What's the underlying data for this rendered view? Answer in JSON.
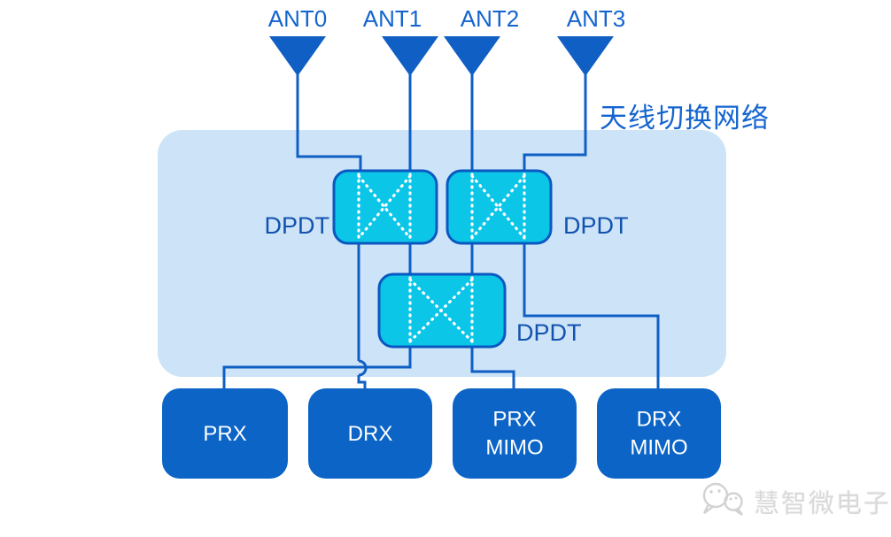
{
  "diagram_title": "天线切换网络",
  "antennas": [
    {
      "label": "ANT0"
    },
    {
      "label": "ANT1"
    },
    {
      "label": "ANT2"
    },
    {
      "label": "ANT3"
    }
  ],
  "switches": [
    {
      "label": "DPDT",
      "position": "top-left"
    },
    {
      "label": "DPDT",
      "position": "top-right"
    },
    {
      "label": "DPDT",
      "position": "middle"
    }
  ],
  "receiver_blocks": [
    {
      "label": "PRX"
    },
    {
      "label": "DRX"
    },
    {
      "label": "PRX\nMIMO"
    },
    {
      "label": "DRX\nMIMO"
    }
  ],
  "watermark": {
    "logo": "chat-bubbles-icon",
    "text": "慧智微电子"
  },
  "colors": {
    "wire_blue": "#0f5fc4",
    "panel_blue": "#cde3f8",
    "switch_cyan": "#0cc6e8",
    "switch_border": "#0a58c0",
    "block_blue": "#0b64c6",
    "label_blue": "#1465cf",
    "dpdt_label_blue": "#1253ae",
    "block_text": "#ffffff",
    "watermark_gray": "#d9d9d9"
  }
}
